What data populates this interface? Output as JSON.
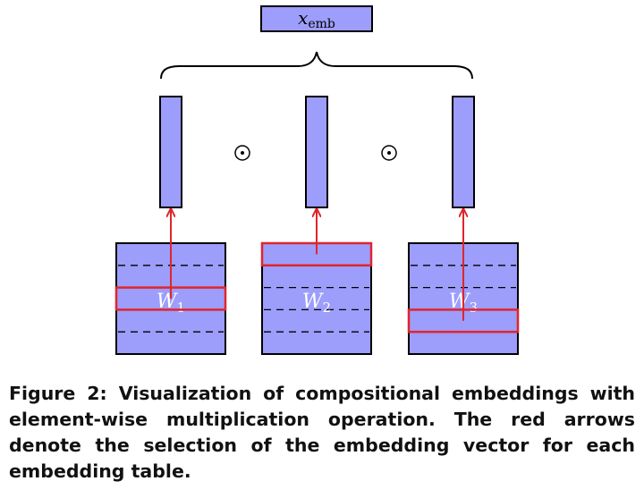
{
  "figure": {
    "top_label": {
      "base": "x",
      "subscript": "emb"
    },
    "operator_symbol": "⊙",
    "tables": [
      {
        "base": "W",
        "subscript": "1",
        "selected_row": 2
      },
      {
        "base": "W",
        "subscript": "2",
        "selected_row": 0
      },
      {
        "base": "W",
        "subscript": "3",
        "selected_row": 3
      }
    ],
    "colors": {
      "fill": "#9d9dfb",
      "stroke": "#000000",
      "highlight": "#e0252b"
    }
  },
  "caption": {
    "label": "Figure 2:",
    "text": "Visualization of compositional embeddings with element-wise multiplication operation. The red arrows denote the selection of the embedding vector for each embedding table."
  }
}
